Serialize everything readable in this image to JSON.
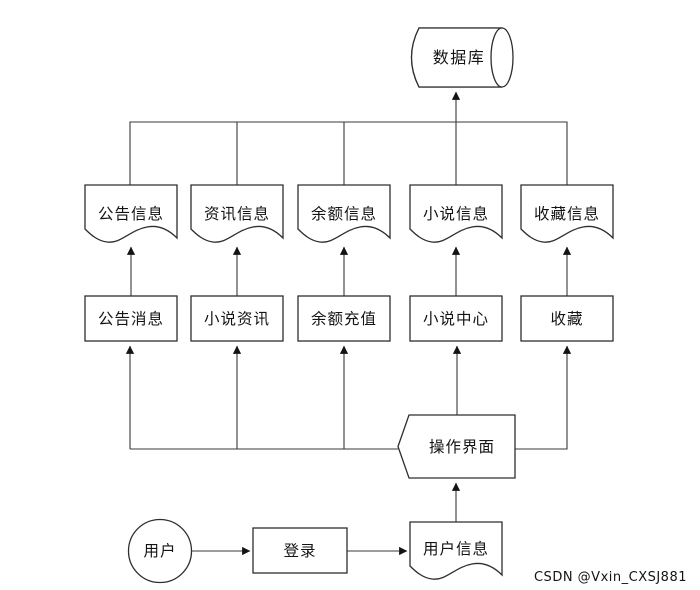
{
  "diagram_title": "novel-system-dataflow-diagram",
  "colors": {
    "background": "#ffffff",
    "stroke": "#2e2e2e",
    "text": "#141414",
    "watermark": "#c4c4c4"
  },
  "nodes": {
    "database": {
      "label": "数据库",
      "shape": "cylinder-horizontal"
    },
    "data_stores": [
      {
        "label": "公告信息",
        "shape": "document"
      },
      {
        "label": "资讯信息",
        "shape": "document"
      },
      {
        "label": "余额信息",
        "shape": "document"
      },
      {
        "label": "小说信息",
        "shape": "document"
      },
      {
        "label": "收藏信息",
        "shape": "document"
      }
    ],
    "modules": [
      {
        "label": "公告消息",
        "shape": "rectangle"
      },
      {
        "label": "小说资讯",
        "shape": "rectangle"
      },
      {
        "label": "余额充值",
        "shape": "rectangle"
      },
      {
        "label": "小说中心",
        "shape": "rectangle"
      },
      {
        "label": "收藏",
        "shape": "rectangle"
      }
    ],
    "operation_interface": {
      "label": "操作界面",
      "shape": "display"
    },
    "user": {
      "label": "用户",
      "shape": "circle"
    },
    "login": {
      "label": "登录",
      "shape": "rectangle"
    },
    "user_info": {
      "label": "用户信息",
      "shape": "document"
    }
  },
  "watermark": {
    "text": "CSDN @Vxin_CXSJ881"
  }
}
